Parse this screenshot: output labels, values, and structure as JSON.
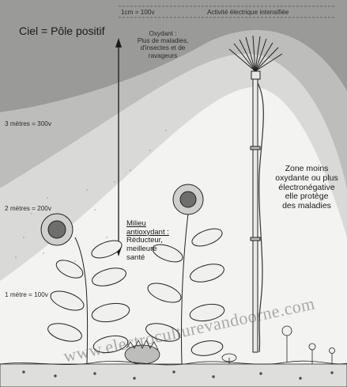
{
  "labels": {
    "scale_top": "1cm = 100v",
    "electric_activity": "Activité électrique intensifiée",
    "sky": "Ciel = Pôle positif",
    "oxidizing_title": "Oxydant :",
    "oxidizing_line1": "Plus de maladies,",
    "oxidizing_line2": "d'insectes et de",
    "oxidizing_line3": "ravageurs",
    "level_3m": "3 mètres = 300v",
    "level_2m": "2 mètres = 200v",
    "level_1m": "1 mètre = 100v",
    "antiox_line1": "Milieu",
    "antiox_line2": "antioxydant :",
    "antiox_line3": "Réducteur,",
    "antiox_line4": "meilleure",
    "antiox_line5": "santé",
    "zone_line1": "Zone moins",
    "zone_line2": "oxydante ou plus",
    "zone_line3": "électronégative",
    "zone_line4": "elle protège",
    "zone_line5": "des maladies",
    "watermark": "www.electroculturevandoorne.com"
  },
  "colors": {
    "band_dark": "#9a9a99",
    "band_mid": "#bdbdbb",
    "band_light": "#d9d9d7",
    "background": "#f3f3f1",
    "ink": "#1a1a1a"
  }
}
